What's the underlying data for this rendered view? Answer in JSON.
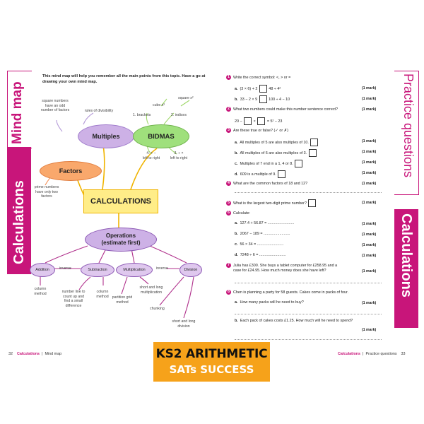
{
  "left_page": {
    "tab_top": "Mind map",
    "tab_bottom": "Calculations",
    "intro": "This mind map will help you remember all the main points from this topic. Have a go at drawing your own mind map.",
    "center": "CALCULATIONS",
    "multiples": {
      "label": "Multiples",
      "note": "rules of divisibility"
    },
    "factors": {
      "label": "Factors"
    },
    "bidmas": {
      "label": "BIDMAS",
      "brackets": "1. brackets",
      "indices": "2. indices",
      "cube": "cube x³",
      "square": "square x²",
      "div_mult": "3. ÷ ×",
      "left_right": "left to right",
      "plus_minus": "4. + −",
      "left_right2": "left to right"
    },
    "square_numbers": "square numbers have an odd number of factors",
    "prime_numbers": "prime numbers have only two factors",
    "operations": {
      "line1": "Operations",
      "line2": "(estimate first)"
    },
    "addition": {
      "label": "Addition",
      "note": "column method"
    },
    "subtraction": {
      "label": "Subtraction",
      "note1": "number line to count up and find a small difference",
      "note2": "column method"
    },
    "multiplication": {
      "label": "Multiplication",
      "note1": "partition grid method",
      "note2": "short and long multiplication"
    },
    "division": {
      "label": "Division",
      "note1": "chunking",
      "note2": "short and long division"
    },
    "inverse1": "inverse",
    "inverse2": "inverse",
    "footer_page": "32",
    "footer_section": "Calculations",
    "footer_sub": "Mind map"
  },
  "right_page": {
    "tab_top": "Practice questions",
    "tab_bottom": "Calculations",
    "mark": "(1 mark)",
    "q1": {
      "num": "1",
      "text": "Write the correct symbol: <, > or =",
      "a_label": "a.",
      "a": "(3 × 6) + 2",
      "a_rhs": "48 ÷ 4²",
      "b_label": "b.",
      "b": "33 − 2 × 9",
      "b_rhs": "100 ÷ 4 − 10"
    },
    "q2": {
      "num": "2",
      "text": "What two numbers could make this number sentence correct?",
      "pre": "20 −",
      "mid": "×",
      "post": "= 5² − 23"
    },
    "q3": {
      "num": "3",
      "text": "Are these true or false? (✓ or ✗)",
      "a_label": "a.",
      "a": "All multiples of 5 are also multiples of 10.",
      "b_label": "b.",
      "b": "All multiples of 6 are also multiples of 3.",
      "c_label": "c.",
      "c": "Multiples of 7 end in a 1, 4 or 8.",
      "d_label": "d.",
      "d": "609 is a multiple of 9."
    },
    "q4": {
      "num": "4",
      "text": "What are the common factors of 18 and 12?"
    },
    "q5": {
      "num": "5",
      "text": "What is the largest two-digit prime number?"
    },
    "q6": {
      "num": "6",
      "text": "Calculate:",
      "a_label": "a.",
      "a": "127.4 + 56.87 = .........................",
      "b_label": "b.",
      "b": "2067 − 189 = .........................",
      "c_label": "c.",
      "c": "56 × 34 = .........................",
      "d_label": "d.",
      "d": "7248 ÷ 6 = ........................."
    },
    "q7": {
      "num": "7",
      "line1": "Julia has £300. She buys a tablet computer for £258.95 and a",
      "line2": "case for £24.95. How much money does she have left?"
    },
    "q8": {
      "num": "8",
      "text": "Chen is planning a party for 58 guests. Cakes come in packs of four.",
      "a_label": "a.",
      "a": "How many packs will he need to buy?",
      "b_label": "b.",
      "b": "Each pack of cakes costs £1.25. How much will he need to spend?"
    },
    "footer_section": "Calculations",
    "footer_sub": "Practice questions",
    "footer_page": "33"
  },
  "banner": {
    "line1": "KS2 ARITHMETIC",
    "line2": "SATs SUCCESS"
  },
  "colors": {
    "magenta": "#c8157a",
    "banner": "#f6a21a",
    "multiples": "#cdb1e6",
    "factors": "#f9a86c",
    "bidmas": "#9fe07c",
    "center": "#ffed88"
  }
}
